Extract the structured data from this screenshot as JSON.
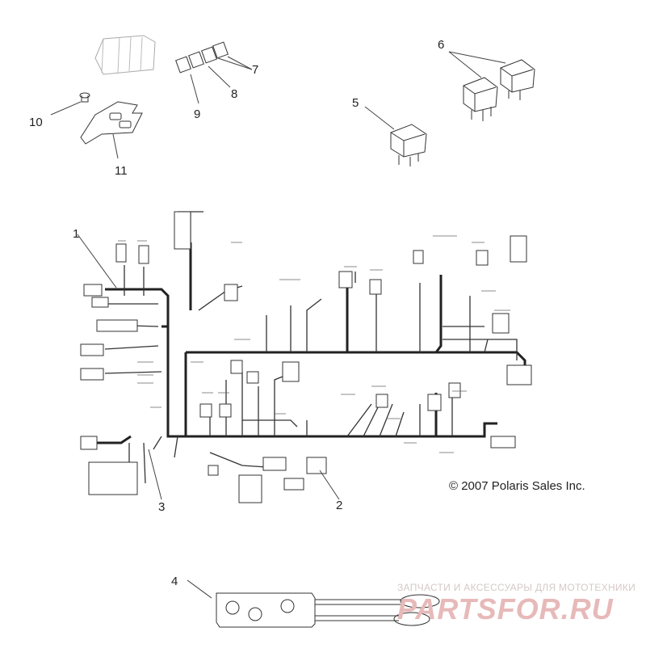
{
  "diagram": {
    "callouts": {
      "c1": "1",
      "c2": "2",
      "c3": "3",
      "c4": "4",
      "c5": "5",
      "c6": "6",
      "c7": "7",
      "c8": "8",
      "c9": "9",
      "c10": "10",
      "c11": "11"
    },
    "copyright": "© 2007 Polaris Sales Inc.",
    "watermark": {
      "tagline": "ЗАПЧАСТИ И АКСЕССУАРЫ ДЛЯ МОТОТЕХНИКИ",
      "logo": "PARTSFOR.RU"
    }
  }
}
